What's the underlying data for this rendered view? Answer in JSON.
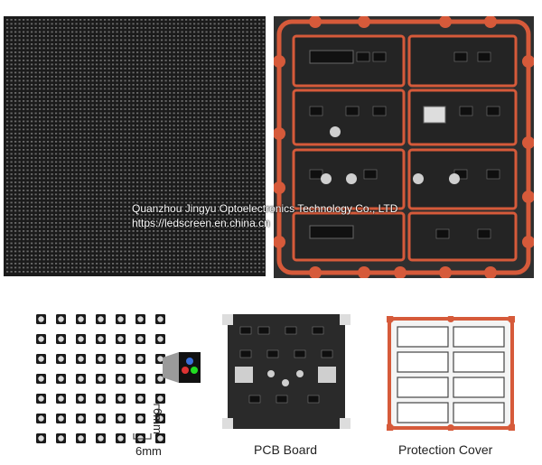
{
  "watermark": {
    "company": "Quanzhou Jingyu Optoelectronics Technology Co., LTD",
    "url": "https://ledscreen.en.china.cn"
  },
  "dimensions": {
    "vertical_pitch": "6mm",
    "horizontal_pitch": "6mm"
  },
  "captions": {
    "pcb_board": "PCB Board",
    "protection_cover": "Protection Cover"
  },
  "colors": {
    "gasket": "#d65a3a",
    "module_black": "#1b1b1b",
    "pcb_dark": "#1f1f1f"
  }
}
